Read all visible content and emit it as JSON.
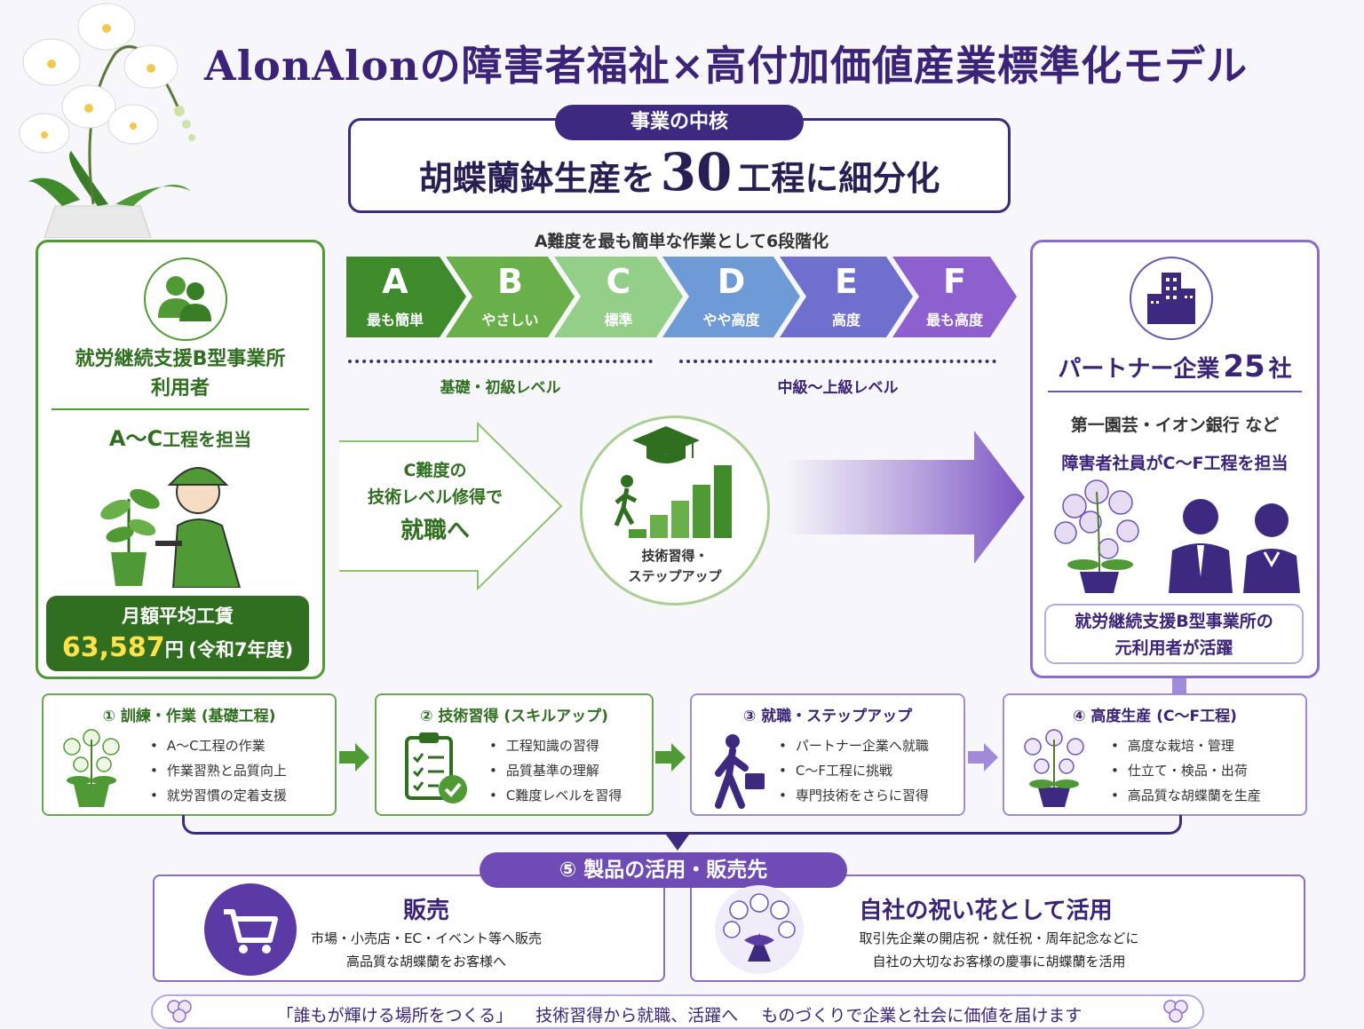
{
  "title": "AlonAlonの障害者福祉×高付加価値産業標準化モデル",
  "core": {
    "label": "事業の中核",
    "title_pre": "胡蝶蘭鉢生産を",
    "title_number": "30",
    "title_post": "工程に細分化"
  },
  "stages": {
    "heading": "A難度を最も簡単な作業として6段階化",
    "items": [
      {
        "letter": "A",
        "label": "最も簡単",
        "color": "#3f8a2b"
      },
      {
        "letter": "B",
        "label": "やさしい",
        "color": "#6ab04a"
      },
      {
        "letter": "C",
        "label": "標準",
        "color": "#93cf88"
      },
      {
        "letter": "D",
        "label": "やや高度",
        "color": "#6e9ad6"
      },
      {
        "letter": "E",
        "label": "高度",
        "color": "#6f6fcd"
      },
      {
        "letter": "F",
        "label": "最も高度",
        "color": "#8e5fcf"
      }
    ],
    "level_basic": "基礎・初級レベル",
    "level_advanced": "中級〜上級レベル"
  },
  "left_card": {
    "title_line1": "就労継続支援B型事業所",
    "title_line2": "利用者",
    "role_letters": "A〜C",
    "role_text": "工程を担当",
    "wage_label": "月額平均工賃",
    "wage_value": "63,587",
    "wage_unit": "円",
    "wage_period": "(令和7年度)"
  },
  "middle": {
    "line1": "C難度の",
    "line2": "技術レベル修得で",
    "line3": "就職へ",
    "circle_line1": "技術習得・",
    "circle_line2": "ステップアップ"
  },
  "right_card": {
    "title_pre": "パートナー企業",
    "title_number": "25",
    "title_post": "社",
    "names": "第一園芸・イオン銀行 など",
    "role": "障害者社員がC〜F工程を担当",
    "note_line1": "就労継続支援B型事業所の",
    "note_line2": "元利用者が活躍"
  },
  "steps": [
    {
      "title": "① 訓練・作業 (基礎工程)",
      "items": [
        "A〜C工程の作業",
        "作業習熟と品質向上",
        "就労習慣の定着支援"
      ]
    },
    {
      "title": "② 技術習得 (スキルアップ)",
      "items": [
        "工程知識の習得",
        "品質基準の理解",
        "C難度レベルを習得"
      ]
    },
    {
      "title": "③ 就職・ステップアップ",
      "items": [
        "パートナー企業へ就職",
        "C〜F工程に挑戦",
        "専門技術をさらに習得"
      ]
    },
    {
      "title": "④ 高度生産 (C〜F工程)",
      "items": [
        "高度な栽培・管理",
        "仕立て・検品・出荷",
        "高品質な胡蝶蘭を生産"
      ]
    }
  ],
  "products": {
    "label": "⑤ 製品の活用・販売先",
    "sales_title": "販売",
    "sales_line1": "市場・小売店・EC・イベント等へ販売",
    "sales_line2": "高品質な胡蝶蘭をお客様へ",
    "gift_title": "自社の祝い花として活用",
    "gift_line1": "取引先企業の開店祝・就任祝・周年記念などに",
    "gift_line2": "自社の大切なお客様の慶事に胡蝶蘭を活用"
  },
  "slogan": "「誰もが輝ける場所をつくる」 技術習得から就職、活躍へ ものづくりで企業と社会に価値を届けます",
  "colors": {
    "navy": "#3d2a80",
    "green": "#4f9a34",
    "purple": "#8a6cc9",
    "accent_yellow": "#ffe14a"
  }
}
